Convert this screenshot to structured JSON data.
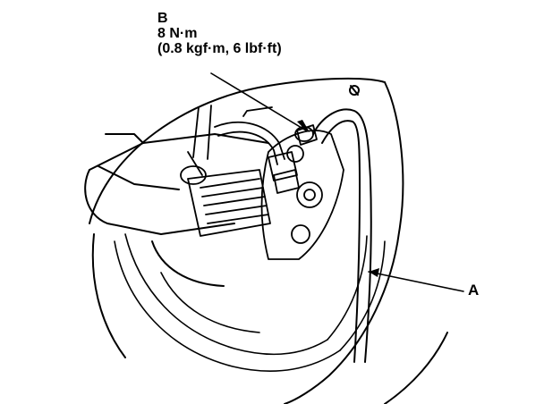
{
  "callouts": {
    "b": {
      "letter": "B",
      "torque_metric": "8 N·m",
      "torque_imperial": "(0.8 kgf·m, 6 lbf·ft)"
    },
    "a": {
      "letter": "A"
    }
  },
  "colors": {
    "ink": "#000000",
    "paper": "#ffffff"
  }
}
